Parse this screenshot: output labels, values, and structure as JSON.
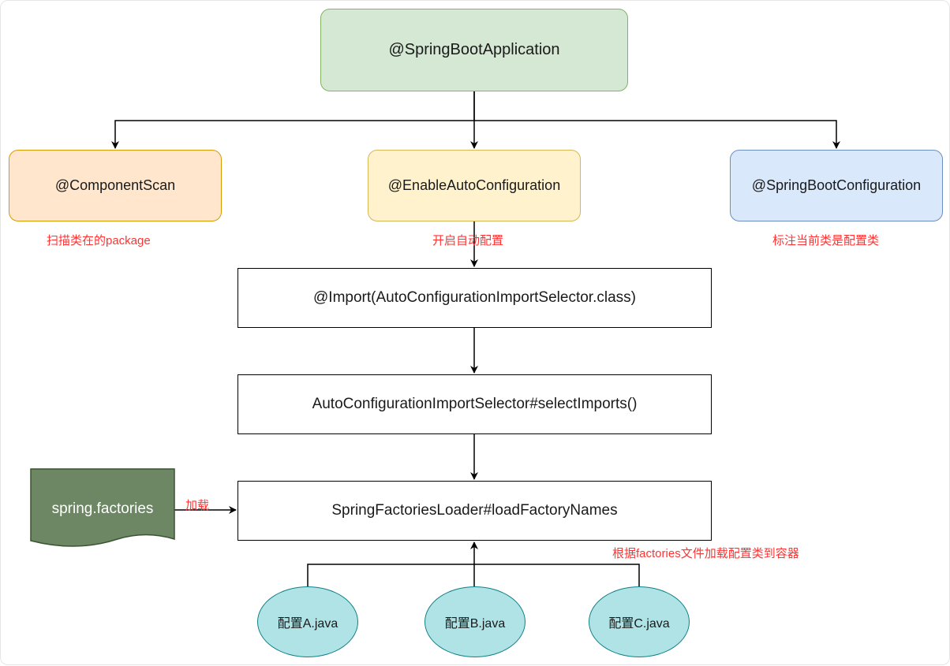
{
  "nodes": {
    "spring_boot_application": "@SpringBootApplication",
    "component_scan": "@ComponentScan",
    "enable_auto_configuration": "@EnableAutoConfiguration",
    "spring_boot_configuration": "@SpringBootConfiguration",
    "import": "@Import(AutoConfigurationImportSelector.class)",
    "select_imports": "AutoConfigurationImportSelector#selectImports()",
    "factories_loader": "SpringFactoriesLoader#loadFactoryNames",
    "spring_factories": "spring.factories",
    "config_a": "配置A.java",
    "config_b": "配置B.java",
    "config_c": "配置C.java"
  },
  "notes": {
    "component_scan": "扫描类在的package",
    "enable_auto_configuration": "开启自动配置",
    "spring_boot_configuration": "标注当前类是配置类",
    "load": "加载",
    "load_to_container": "根据factories文件加载配置类到容器"
  },
  "colors": {
    "green_fill": "#d5e8d4",
    "green_stroke": "#82b366",
    "orange_fill": "#ffe6cc",
    "orange_stroke": "#d79b00",
    "yellow_fill": "#fff2cc",
    "yellow_stroke": "#d6b656",
    "blue_fill": "#dae8fc",
    "blue_stroke": "#6c8ebf",
    "doc_fill": "#6d8764",
    "doc_stroke": "#3a5431",
    "teal_fill": "#b0e3e6",
    "teal_stroke": "#0e8088",
    "note_red": "#ff3333"
  }
}
